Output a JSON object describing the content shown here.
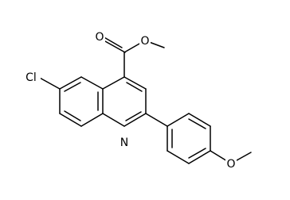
{
  "structure": {
    "atoms": {
      "chlorine": "Cl",
      "ring_nitrogen": "N",
      "carbonyl_oxygen": "O",
      "ester_oxygen": "O",
      "methoxy_oxygen": "O"
    }
  },
  "colors": {
    "bond": "#000000",
    "background": "#ffffff"
  }
}
